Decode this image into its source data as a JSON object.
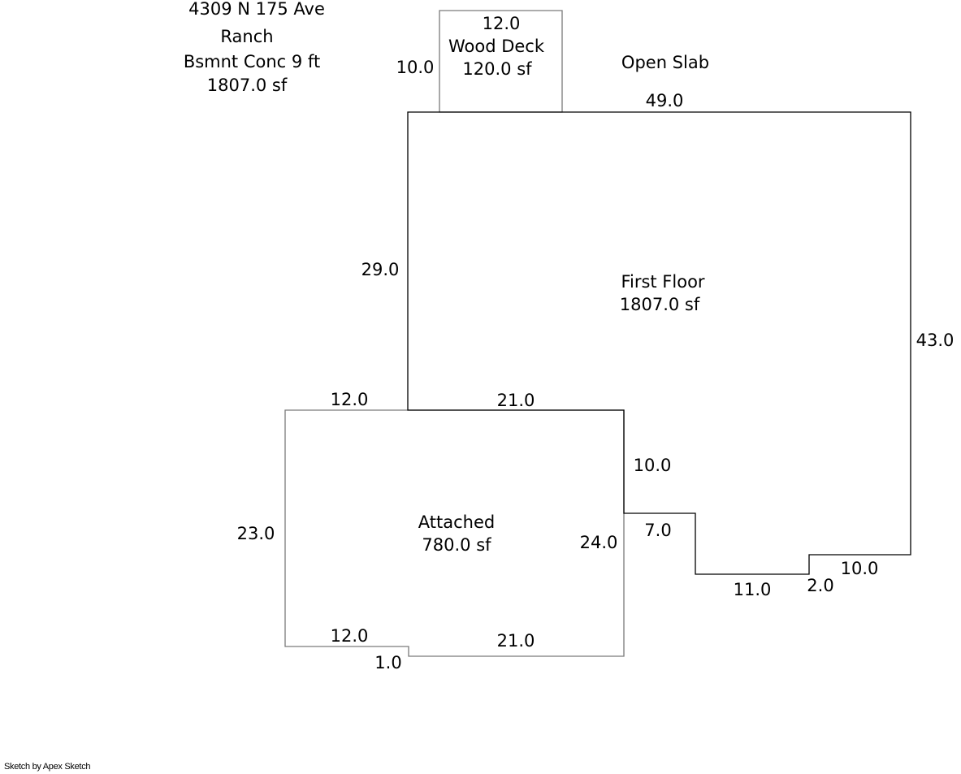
{
  "header": {
    "address": "4309 N 175 Ave",
    "style": "Ranch",
    "basement": "Bsmnt Conc 9 ft",
    "area": "1807.0 sf"
  },
  "areas": {
    "first_floor": {
      "name": "First Floor",
      "area": "1807.0 sf"
    },
    "attached": {
      "name": "Attached",
      "area": "780.0 sf"
    },
    "wood_deck": {
      "name": "Wood Deck",
      "area": "120.0 sf"
    },
    "open_slab": {
      "name": "Open Slab"
    }
  },
  "dimensions": {
    "deck_top": "12.0",
    "deck_left": "10.0",
    "house_top": "49.0",
    "house_left": "29.0",
    "house_right": "43.0",
    "garage_top_left": "12.0",
    "shared_wall": "21.0",
    "step_down": "10.0",
    "step_horizontal": "7.0",
    "bottom_right_short": "10.0",
    "bottom_middle": "11.0",
    "bottom_step": "2.0",
    "garage_left": "23.0",
    "garage_right": "24.0",
    "garage_bottom_left": "12.0",
    "garage_bottom_step": "1.0",
    "garage_bottom_right": "21.0"
  },
  "footer": {
    "credit": "Sketch by Apex Sketch"
  },
  "colors": {
    "first_floor_line": "#000000",
    "attached_line": "#7a7a7a",
    "deck_line": "#7a7a7a"
  }
}
